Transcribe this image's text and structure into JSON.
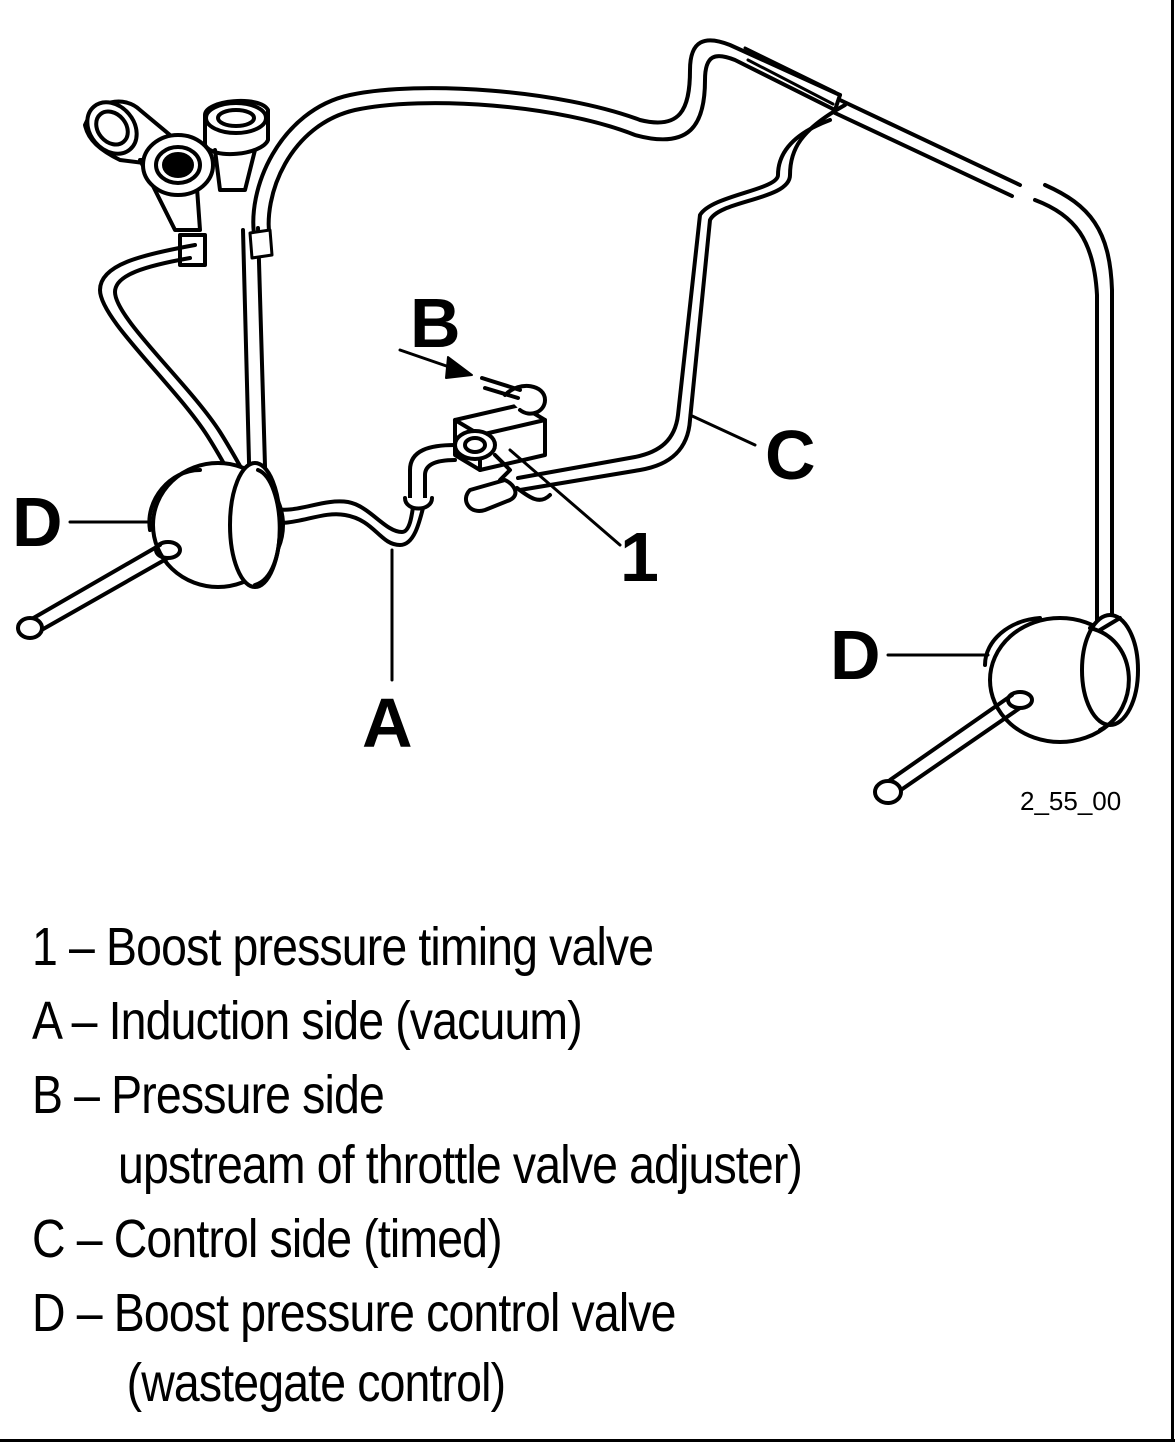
{
  "figure": {
    "id": "2_55_00",
    "callouts": {
      "one": "1",
      "a": "A",
      "b": "B",
      "c": "C",
      "d_left": "D",
      "d_right": "D"
    }
  },
  "legend": {
    "items": [
      {
        "key": "1",
        "sep": " – ",
        "text": "Boost pressure timing valve",
        "cont": ""
      },
      {
        "key": "A",
        "sep": " – ",
        "text": "Induction side (vacuum)",
        "cont": ""
      },
      {
        "key": "B",
        "sep": " – ",
        "text": "Pressure side",
        "cont": "upstream of throttle valve adjuster)"
      },
      {
        "key": "C",
        "sep": " – ",
        "text": "Control side (timed)",
        "cont": ""
      },
      {
        "key": "D",
        "sep": " – ",
        "text": "Boost pressure control valve",
        "cont": "(wastegate control)"
      }
    ]
  },
  "icons": {
    "turbo_housing": "turbocharger-housing-icon",
    "timing_valve": "solenoid-valve-icon",
    "wastegate_actuator": "wastegate-actuator-icon"
  }
}
